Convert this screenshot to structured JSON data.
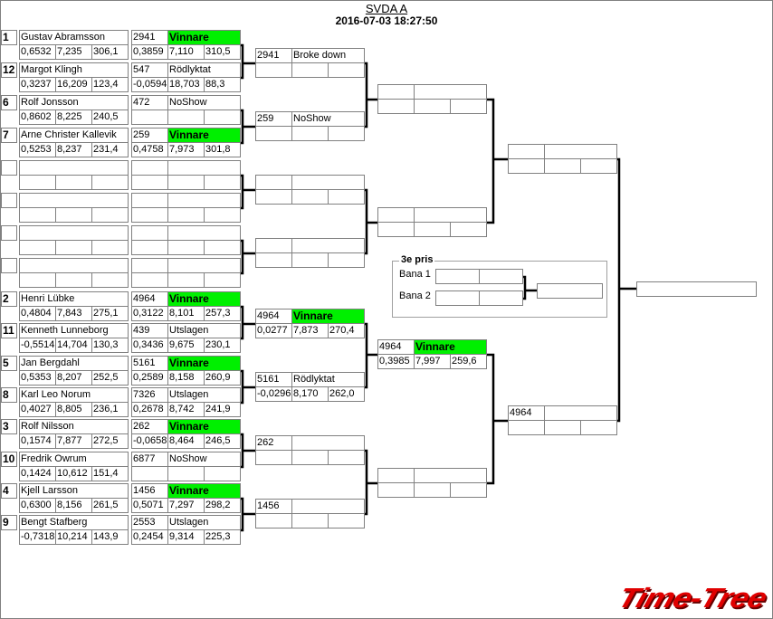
{
  "title": "SVDA A",
  "datetime": "2016-07-03 18:27:50",
  "logo": "Time-Tree",
  "colors": {
    "winner": "#00f000",
    "border": "#808080"
  },
  "round1": {
    "players": [
      {
        "seed": "1",
        "name": "Gustav Abramsson",
        "stats": [
          "0,6532",
          "7,235",
          "306,1"
        ]
      },
      {
        "seed": "12",
        "name": "Margot Klingh",
        "stats": [
          "0,3237",
          "16,209",
          "123,4"
        ]
      },
      {
        "seed": "6",
        "name": "Rolf Jonsson",
        "stats": [
          "0,8602",
          "8,225",
          "240,5"
        ]
      },
      {
        "seed": "7",
        "name": "Arne Christer Kallevik",
        "stats": [
          "0,5253",
          "8,237",
          "231,4"
        ]
      },
      {
        "seed": "",
        "name": "",
        "stats": [
          "",
          "",
          ""
        ]
      },
      {
        "seed": "",
        "name": "",
        "stats": [
          "",
          "",
          ""
        ]
      },
      {
        "seed": "",
        "name": "",
        "stats": [
          "",
          "",
          ""
        ]
      },
      {
        "seed": "",
        "name": "",
        "stats": [
          "",
          "",
          ""
        ]
      },
      {
        "seed": "2",
        "name": "Henri Lübke",
        "stats": [
          "0,4804",
          "7,843",
          "275,1"
        ]
      },
      {
        "seed": "11",
        "name": "Kenneth Lunneborg",
        "stats": [
          "-0,5514",
          "14,704",
          "130,3"
        ]
      },
      {
        "seed": "5",
        "name": "Jan Bergdahl",
        "stats": [
          "0,5353",
          "8,207",
          "252,5"
        ]
      },
      {
        "seed": "8",
        "name": "Karl Leo Norum",
        "stats": [
          "0,4027",
          "8,805",
          "236,1"
        ]
      },
      {
        "seed": "3",
        "name": "Rolf Nilsson",
        "stats": [
          "0,1574",
          "7,877",
          "272,5"
        ]
      },
      {
        "seed": "10",
        "name": "Fredrik Owrum",
        "stats": [
          "0,1424",
          "10,612",
          "151,4"
        ]
      },
      {
        "seed": "4",
        "name": "Kjell Larsson",
        "stats": [
          "0,6300",
          "8,156",
          "261,5"
        ]
      },
      {
        "seed": "9",
        "name": "Bengt Stafberg",
        "stats": [
          "-0,7318",
          "10,214",
          "143,9"
        ]
      }
    ],
    "results": [
      {
        "number": "2941",
        "status": "Vinnare",
        "winner": true,
        "stats": [
          "0,3859",
          "7,110",
          "310,5"
        ]
      },
      {
        "number": "547",
        "status": "Rödlyktat",
        "winner": false,
        "stats": [
          "-0,0594",
          "18,703",
          "88,3"
        ]
      },
      {
        "number": "472",
        "status": "NoShow",
        "winner": false,
        "stats": [
          "",
          "",
          ""
        ]
      },
      {
        "number": "259",
        "status": "Vinnare",
        "winner": true,
        "stats": [
          "0,4758",
          "7,973",
          "301,8"
        ]
      },
      {
        "number": "",
        "status": "",
        "winner": false,
        "stats": [
          "",
          "",
          ""
        ]
      },
      {
        "number": "",
        "status": "",
        "winner": false,
        "stats": [
          "",
          "",
          ""
        ]
      },
      {
        "number": "",
        "status": "",
        "winner": false,
        "stats": [
          "",
          "",
          ""
        ]
      },
      {
        "number": "",
        "status": "",
        "winner": false,
        "stats": [
          "",
          "",
          ""
        ]
      },
      {
        "number": "4964",
        "status": "Vinnare",
        "winner": true,
        "stats": [
          "0,3122",
          "8,101",
          "257,3"
        ]
      },
      {
        "number": "439",
        "status": "Utslagen",
        "winner": false,
        "stats": [
          "0,3436",
          "9,675",
          "230,1"
        ]
      },
      {
        "number": "5161",
        "status": "Vinnare",
        "winner": true,
        "stats": [
          "0,2589",
          "8,158",
          "260,9"
        ]
      },
      {
        "number": "7326",
        "status": "Utslagen",
        "winner": false,
        "stats": [
          "0,2678",
          "8,742",
          "241,9"
        ]
      },
      {
        "number": "262",
        "status": "Vinnare",
        "winner": true,
        "stats": [
          "-0,0658",
          "8,464",
          "246,5"
        ]
      },
      {
        "number": "6877",
        "status": "NoShow",
        "winner": false,
        "stats": [
          "",
          "",
          ""
        ]
      },
      {
        "number": "1456",
        "status": "Vinnare",
        "winner": true,
        "stats": [
          "0,5071",
          "7,297",
          "298,2"
        ]
      },
      {
        "number": "2553",
        "status": "Utslagen",
        "winner": false,
        "stats": [
          "0,2454",
          "9,314",
          "225,3"
        ]
      }
    ]
  },
  "round2": [
    {
      "number": "2941",
      "status": "Broke down",
      "winner": false,
      "stats": [
        "",
        "",
        ""
      ]
    },
    {
      "number": "259",
      "status": "NoShow",
      "winner": false,
      "stats": [
        "",
        "",
        ""
      ]
    },
    {
      "number": "",
      "status": "",
      "winner": false,
      "stats": [
        "",
        "",
        ""
      ]
    },
    {
      "number": "",
      "status": "",
      "winner": false,
      "stats": [
        "",
        "",
        ""
      ]
    },
    {
      "number": "4964",
      "status": "Vinnare",
      "winner": true,
      "stats": [
        "0,0277",
        "7,873",
        "270,4"
      ]
    },
    {
      "number": "5161",
      "status": "Rödlyktat",
      "winner": false,
      "stats": [
        "-0,0296",
        "8,170",
        "262,0"
      ]
    },
    {
      "number": "262",
      "status": "",
      "winner": false,
      "stats": [
        "",
        "",
        ""
      ]
    },
    {
      "number": "1456",
      "status": "",
      "winner": false,
      "stats": [
        "",
        "",
        ""
      ]
    }
  ],
  "round3": [
    {
      "number": "",
      "status": "",
      "winner": false,
      "stats": [
        "",
        "",
        ""
      ]
    },
    {
      "number": "",
      "status": "",
      "winner": false,
      "stats": [
        "",
        "",
        ""
      ]
    },
    {
      "number": "4964",
      "status": "Vinnare",
      "winner": true,
      "stats": [
        "0,3985",
        "7,997",
        "259,6"
      ]
    },
    {
      "number": "",
      "status": "",
      "winner": false,
      "stats": [
        "",
        "",
        ""
      ]
    }
  ],
  "round4": [
    {
      "number": "",
      "status": "",
      "winner": false,
      "stats": [
        "",
        "",
        ""
      ]
    },
    {
      "number": "4964",
      "status": "",
      "winner": false,
      "stats": [
        "",
        "",
        ""
      ]
    }
  ],
  "final": {
    "value": ""
  },
  "third_place": {
    "label": "3e pris",
    "bana1": "Bana 1",
    "bana2": "Bana 2",
    "bana1_cells": [
      "",
      ""
    ],
    "bana2_cells": [
      "",
      ""
    ],
    "result": ""
  }
}
